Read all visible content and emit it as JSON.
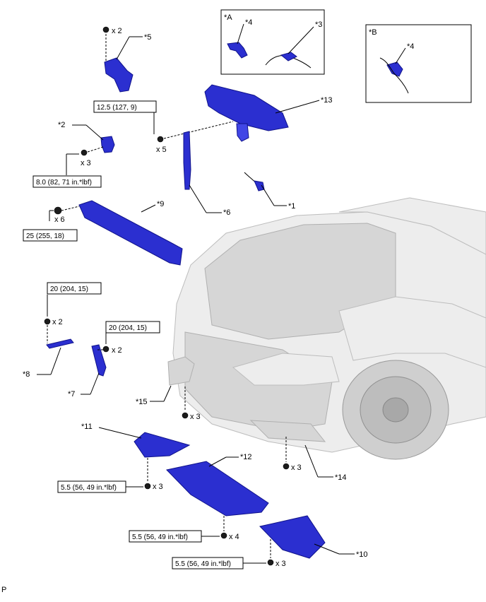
{
  "callouts": {
    "p1": "*1",
    "p2": "*2",
    "p3": "*3",
    "p4a": "*4",
    "p4b": "*4",
    "p5": "*5",
    "p6": "*6",
    "p7": "*7",
    "p8": "*8",
    "p9": "*9",
    "p10": "*10",
    "p11": "*11",
    "p12": "*12",
    "p13": "*13",
    "p14": "*14",
    "p15": "*15"
  },
  "insets": {
    "a": "*A",
    "b": "*B"
  },
  "torques": {
    "t1": "12.5 (127, 9)",
    "t2": "8.0 (82, 71 in.*lbf)",
    "t3": "25 (255, 18)",
    "t4": "20 (204, 15)",
    "t5": "20 (204, 15)",
    "t6": "5.5 (56, 49 in.*lbf)",
    "t7": "5.5 (56, 49 in.*lbf)",
    "t8": "5.5 (56, 49 in.*lbf)"
  },
  "quantities": {
    "q5": "x 2",
    "q13": "x 5",
    "q2": "x 3",
    "q9": "x 6",
    "q8": "x 2",
    "q7": "x 2",
    "q15": "x 3",
    "q14": "x 3",
    "q11": "x 3",
    "q12": "x 4",
    "q10": "x 3"
  },
  "footer_code": "P",
  "colors": {
    "part": "#2b2fd0",
    "car_body": "#ededed"
  }
}
